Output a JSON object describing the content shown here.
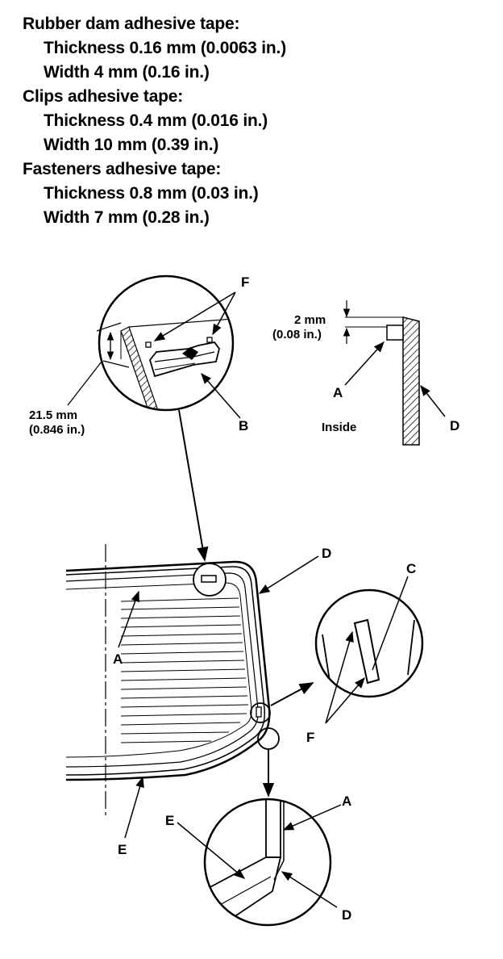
{
  "specs": {
    "rubber_dam": {
      "heading": "Rubber dam adhesive tape:",
      "thickness": "Thickness 0.16 mm (0.0063 in.)",
      "width": "Width 4 mm (0.16 in.)"
    },
    "clips": {
      "heading": "Clips adhesive tape:",
      "thickness": "Thickness 0.4 mm (0.016 in.)",
      "width": "Width 10 mm (0.39 in.)"
    },
    "fasteners": {
      "heading": "Fasteners adhesive tape:",
      "thickness": "Thickness 0.8 mm (0.03 in.)",
      "width": "Width 7 mm (0.28 in.)"
    }
  },
  "diagram": {
    "labels": {
      "A": "A",
      "B": "B",
      "C": "C",
      "D": "D",
      "E": "E",
      "F": "F"
    },
    "dim_small_mm": "2 mm",
    "dim_small_in": "(0.08 in.)",
    "dim_large_mm": "21.5 mm",
    "dim_large_in": "(0.846 in.)",
    "inside": "Inside"
  }
}
